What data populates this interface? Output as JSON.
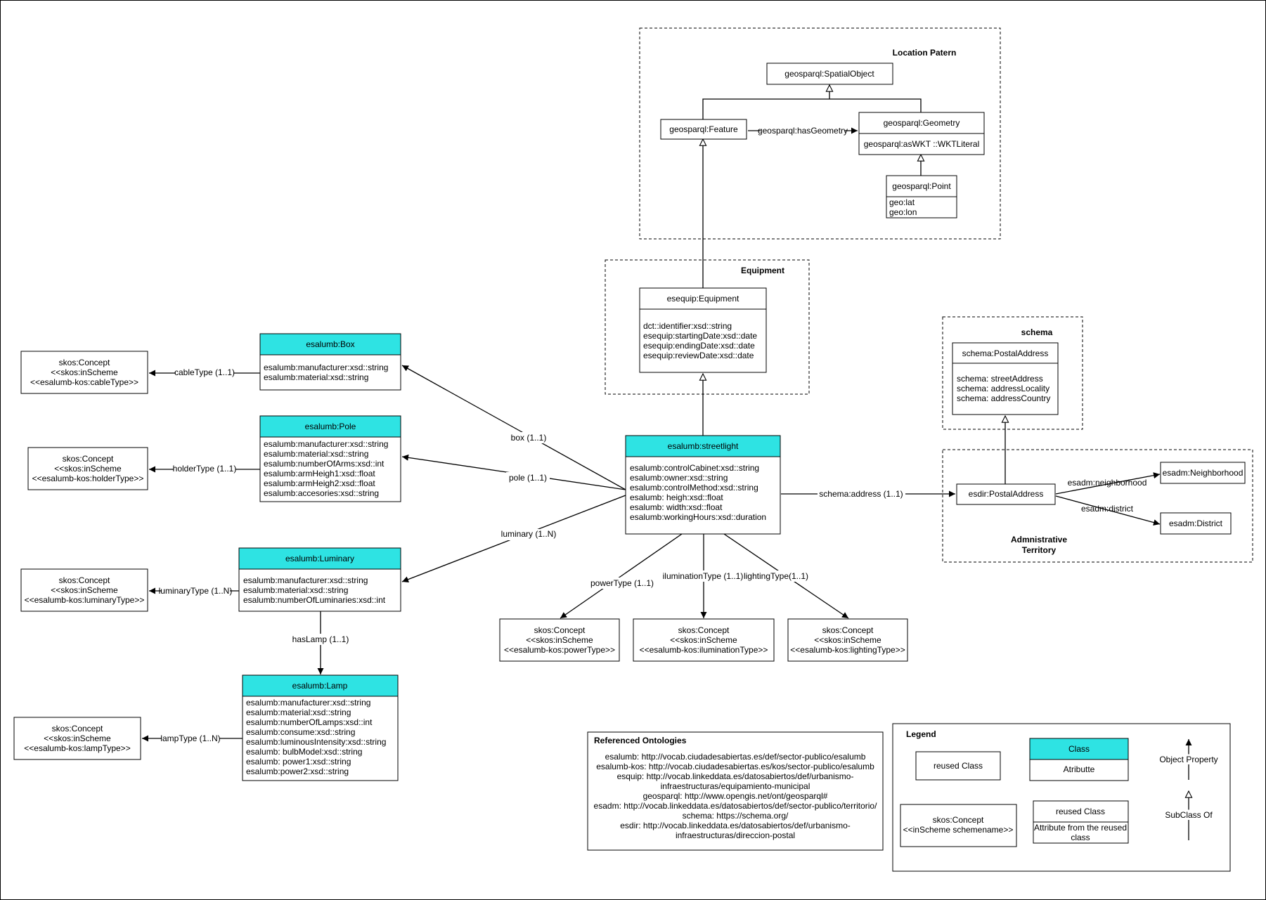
{
  "colors": {
    "accent_class": "#2ee3e3",
    "line": "#000000",
    "background": "#ffffff"
  },
  "groups": {
    "location": "Location Patern",
    "equipment": "Equipment",
    "schema": "schema",
    "admin": [
      "Admnistrative",
      "Territory"
    ]
  },
  "classes": {
    "spatial_object": {
      "title": "geosparql:SpatialObject",
      "attrs": []
    },
    "feature": {
      "title": "geosparql:Feature",
      "attrs": []
    },
    "geometry": {
      "title": "geosparql:Geometry",
      "attrs": [
        "geosparql:asWKT ::WKTLiteral"
      ]
    },
    "point": {
      "title": "geosparql:Point",
      "attrs": [
        "geo:lat",
        "geo:lon"
      ]
    },
    "equipment": {
      "title": "esequip:Equipment",
      "attrs": [
        "dct::identifier:xsd::string",
        "esequip:startingDate:xsd::date",
        "esequip:endingDate:xsd::date",
        "esequip:reviewDate:xsd::date"
      ]
    },
    "postal_address_schema": {
      "title": "schema:PostalAddress",
      "attrs": [
        "schema: streetAddress",
        "schema: addressLocality",
        "schema: addressCountry"
      ]
    },
    "postal_address_esdir": {
      "title": "esdir:PostalAddress",
      "attrs": []
    },
    "neighborhood": {
      "title": "esadm:Neighborhood",
      "attrs": []
    },
    "district": {
      "title": "esadm:District",
      "attrs": []
    },
    "streetlight": {
      "title": "esalumb:streetlight",
      "attrs": [
        "esalumb:controlCabinet:xsd::string",
        "esalumb:owner:xsd::string",
        "esalumb:controlMethod:xsd::string",
        "esalumb: heigh:xsd::float",
        "esalumb: width:xsd::float",
        "esalumb:workingHours:xsd::duration"
      ]
    },
    "box": {
      "title": "esalumb:Box",
      "attrs": [
        "esalumb:manufacturer:xsd::string",
        "esalumb:material:xsd::string"
      ]
    },
    "pole": {
      "title": "esalumb:Pole",
      "attrs": [
        "esalumb:manufacturer:xsd::string",
        "esalumb:material:xsd::string",
        "esalumb:numberOfArms:xsd::int",
        "esalumb:armHeigh1:xsd::float",
        "esalumb:armHeigh2:xsd::float",
        "esalumb:accesories:xsd::string"
      ]
    },
    "luminary": {
      "title": "esalumb:Luminary",
      "attrs": [
        "esalumb:manufacturer:xsd::string",
        "esalumb:material:xsd::string",
        "esalumb:numberOfLuminaries:xsd::int"
      ]
    },
    "lamp": {
      "title": "esalumb:Lamp",
      "attrs": [
        "esalumb:manufacturer:xsd::string",
        "esalumb:material:xsd::string",
        "esalumb:numberOfLamps:xsd::int",
        "esalumb:consume:xsd::string",
        "esalumb:luminousIntensity:xsd::string",
        "esalumb: bulbModel:xsd::string",
        "esalumb: power1:xsd::string",
        "esalumb:power2:xsd::string"
      ]
    }
  },
  "concepts": {
    "cable": [
      "skos:Concept",
      "<<skos:inScheme",
      "<<esalumb-kos:cableType>>"
    ],
    "holder": [
      "skos:Concept",
      "<<skos:inScheme",
      "<<esalumb-kos:holderType>>"
    ],
    "luminary": [
      "skos:Concept",
      "<<skos:inScheme",
      "<<esalumb-kos:luminaryType>>"
    ],
    "lamp": [
      "skos:Concept",
      "<<skos:inScheme",
      "<<esalumb-kos:lampType>>"
    ],
    "power": [
      "skos:Concept",
      "<<skos:inScheme",
      "<<esalumb-kos:powerType>>"
    ],
    "ilumination": [
      "skos:Concept",
      "<<skos:inScheme",
      "<<esalumb-kos:iluminationType>>"
    ],
    "lighting": [
      "skos:Concept",
      "<<skos:inScheme",
      "<<esalumb-kos:lightingType>>"
    ]
  },
  "edges": {
    "has_geometry": "geosparql:hasGeometry",
    "box": "box (1..1)",
    "pole": "pole (1..1)",
    "luminary": "luminary (1..N)",
    "address": "schema:address (1..1)",
    "neighborhood": "esadm:neighborhood",
    "district": "esadm:district",
    "cable_type": "cableType (1..1)",
    "holder_type": "holderType (1..1)",
    "luminary_type": "luminaryType (1..N)",
    "has_lamp": "hasLamp (1..1)",
    "lamp_type": "lampType (1..N)",
    "power_type": "powerType (1..1)",
    "ilumination_type": "iluminationType (1..1)",
    "lighting_type": "lightingType(1..1)"
  },
  "ontologies": {
    "title": "Referenced Ontologies",
    "lines": [
      "esalumb: http://vocab.ciudadesabiertas.es/def/sector-publico/esalumb",
      "esalumb-kos: http://vocab.ciudadesabiertas.es/kos/sector-publico/esalumb",
      "esquip: http://vocab.linkeddata.es/datosabiertos/def/urbanismo-",
      "infraestructuras/equipamiento-municipal",
      "geosparql: http://www.opengis.net/ont/geosparql#",
      "esadm: http://vocab.linkeddata.es/datosabiertos/def/sector-publico/territorio/",
      "schema: https://schema.org/",
      "esdir: http://vocab.linkeddata.es/datosabiertos/def/urbanismo-",
      "infraestructuras/direccion-postal"
    ]
  },
  "legend": {
    "title": "Legend",
    "reused_class": "reused Class",
    "class_title": "Class",
    "class_attr": "Atributte",
    "concept": [
      "skos:Concept",
      "<<inScheme schemename>>"
    ],
    "reused_class2": "reused Class",
    "reused_attr": [
      "Attribute from the reused",
      "class"
    ],
    "object_property": "Object Property",
    "subclass_of": "SubClass Of"
  }
}
